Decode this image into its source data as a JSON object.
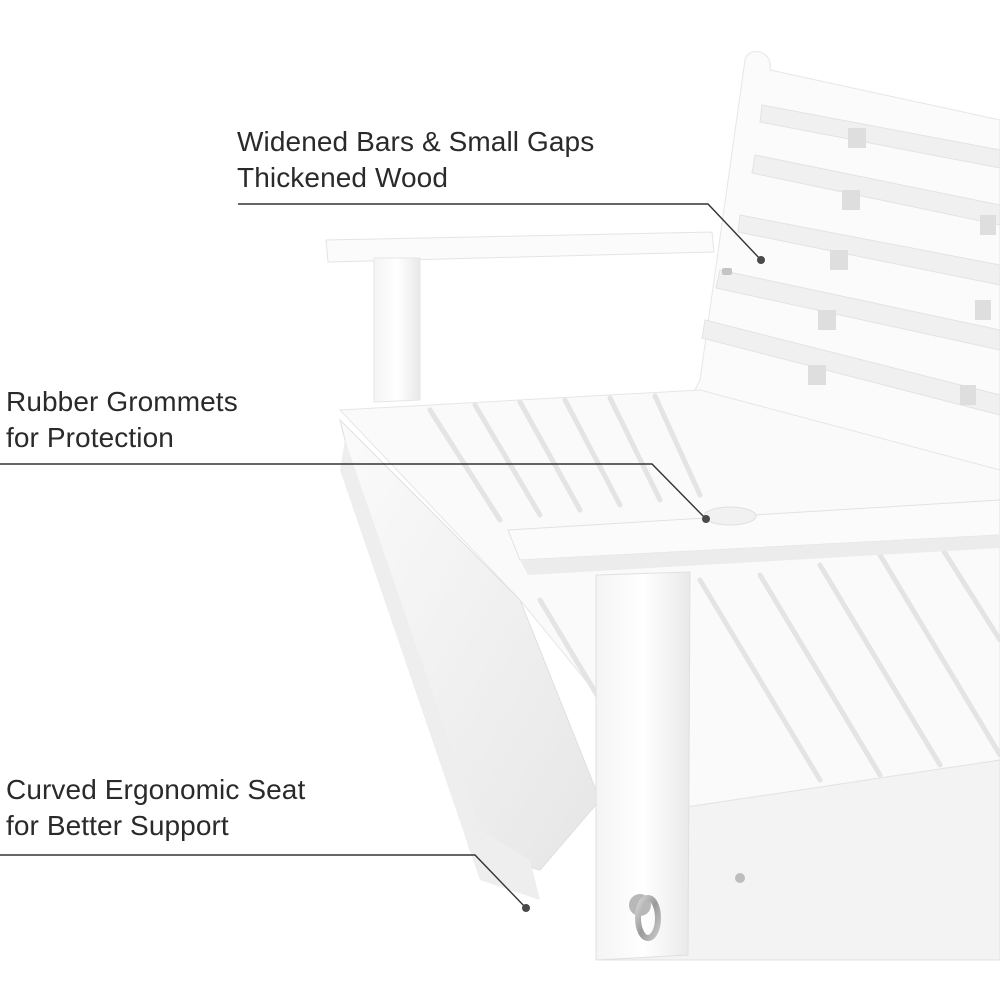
{
  "image": {
    "subject": "White wooden porch swing bench with feature callouts",
    "background_color": "#ffffff"
  },
  "callouts": [
    {
      "lines": [
        "Widened Bars & Small Gaps",
        "Thickened Wood"
      ],
      "target": "backrest-slats"
    },
    {
      "lines": [
        "Rubber Grommets",
        "for Protection"
      ],
      "target": "armrest-grommet"
    },
    {
      "lines": [
        "Curved Ergonomic Seat",
        "for Better Support"
      ],
      "target": "seat-front-edge"
    }
  ],
  "colors": {
    "text": "#2a2a2a",
    "leader_line": "#333333",
    "dot": "#4a4a4a",
    "wood_light": "#f7f7f7",
    "wood_mid": "#ececec",
    "wood_shadow": "#dcdcdc",
    "metal": "#a8a8a8"
  }
}
